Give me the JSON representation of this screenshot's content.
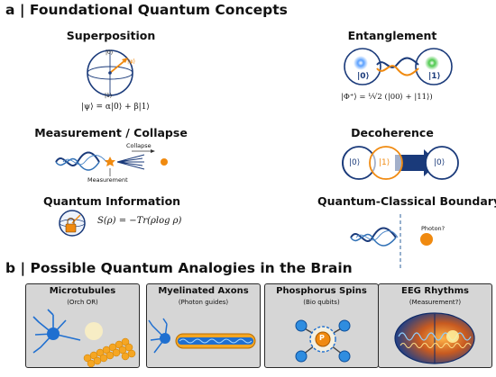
{
  "section_a": {
    "title": "a | Foundational Quantum Concepts",
    "superposition": {
      "title": "Superposition",
      "ket0": "|0⟩",
      "ket1": "|1⟩",
      "psi": "|ψ⟩",
      "formula": "|ψ⟩ = α|0⟩ + β|1⟩"
    },
    "entanglement": {
      "title": "Entanglement",
      "ket0": "|0⟩",
      "ket1": "|1⟩",
      "formula": "|Φ⁺⟩ = ¹⁄√2 (|00⟩ + |11⟩)"
    },
    "measurement": {
      "title": "Measurement / Collapse",
      "collapse_label": "Collapse",
      "measurement_label": "Measurement"
    },
    "decoherence": {
      "title": "Decoherence",
      "ket0": "|0⟩",
      "ket1": "|1⟩",
      "result": "|0⟩"
    },
    "information": {
      "title": "Quantum Information",
      "formula": "S(ρ) = −Tr(ρlog ρ)"
    },
    "boundary": {
      "title": "Quantum-Classical Boundary",
      "photon_label": "Photon?"
    }
  },
  "section_b": {
    "title": "b | Possible Quantum Analogies in the Brain",
    "cards": [
      {
        "title": "Microtubules",
        "subtitle": "(Orch OR)"
      },
      {
        "title": "Myelinated Axons",
        "subtitle": "(Photon guides)"
      },
      {
        "title": "Phosphorus Spins",
        "subtitle": "(Bio qubits)",
        "p_label": "P"
      },
      {
        "title": "EEG Rhythms",
        "subtitle": "(Measurement?)"
      }
    ]
  },
  "colors": {
    "navy": "#1a3a7a",
    "blue": "#2e6fb5",
    "orange": "#f08a10",
    "green": "#4ec94e",
    "card_bg": "#d6d6d6"
  }
}
